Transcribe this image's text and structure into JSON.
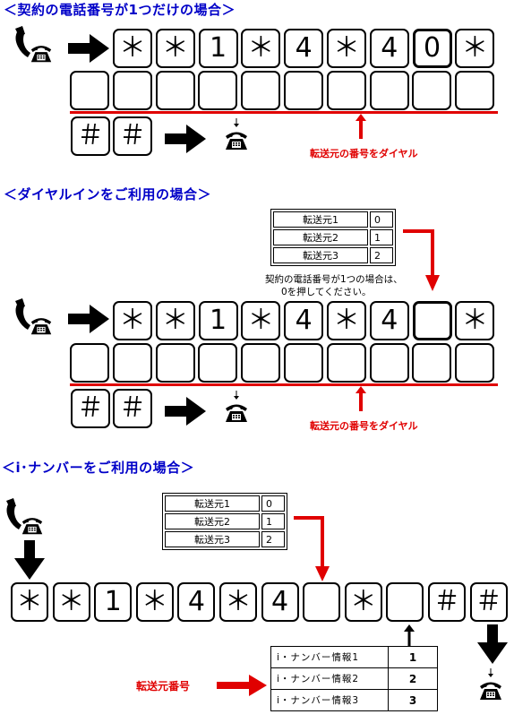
{
  "section1": {
    "heading": "＜契約の電話番号が1つだけの場合＞",
    "keys": [
      "＊",
      "＊",
      "1",
      "＊",
      "4",
      "＊",
      "4",
      "0",
      "＊"
    ],
    "hash_keys": [
      "＃",
      "＃"
    ],
    "dial_label": "転送元の番号をダイヤル"
  },
  "section2": {
    "heading": "＜ダイヤルインをご利用の場合＞",
    "keys": [
      "＊",
      "＊",
      "1",
      "＊",
      "4",
      "＊",
      "4",
      "",
      "＊"
    ],
    "hash_keys": [
      "＃",
      "＃"
    ],
    "dial_label": "転送元の番号をダイヤル",
    "table": [
      {
        "label": "転送元1",
        "value": "0"
      },
      {
        "label": "転送元2",
        "value": "1"
      },
      {
        "label": "転送元3",
        "value": "2"
      }
    ],
    "note_line1": "契約の電話番号が1つの場合は、",
    "note_line2": "0を押してください。"
  },
  "section3": {
    "heading": "＜i･ナンバーをご利用の場合＞",
    "keys": [
      "＊",
      "＊",
      "1",
      "＊",
      "4",
      "＊",
      "4",
      "",
      "＊",
      "",
      "＃",
      "＃"
    ],
    "table": [
      {
        "label": "転送元1",
        "value": "0"
      },
      {
        "label": "転送元2",
        "value": "1"
      },
      {
        "label": "転送元3",
        "value": "2"
      }
    ],
    "info_table": [
      {
        "label": "i・ナンバー情報1",
        "value": "1"
      },
      {
        "label": "i・ナンバー情報2",
        "value": "2"
      },
      {
        "label": "i・ナンバー情報3",
        "value": "3"
      }
    ],
    "source_number_label": "転送元番号"
  },
  "colors": {
    "heading": "#0000c8",
    "red": "#e00000"
  },
  "icons": [
    "handset-icon",
    "desk-phone-icon",
    "right-arrow-icon",
    "down-arrow-icon"
  ]
}
